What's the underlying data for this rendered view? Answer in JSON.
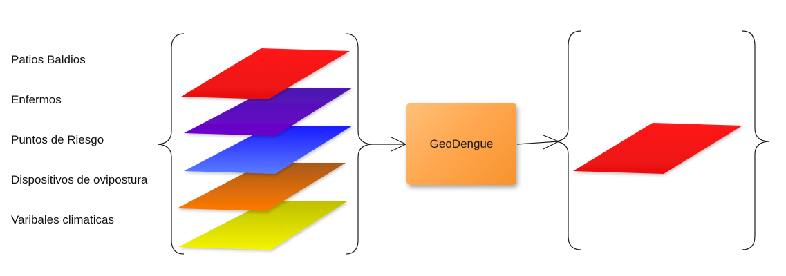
{
  "layers": [
    {
      "label": "Patios Baldios",
      "color_top": "#ff1a1a",
      "color_bottom": "#ee1111"
    },
    {
      "label": "Enfermos",
      "color_top": "#4a1ab8",
      "color_bottom": "#6a00c8"
    },
    {
      "label": "Puntos de Riesgo",
      "color_top": "#2a2aff",
      "color_bottom": "#5a7aff"
    },
    {
      "label": "Dispositivos de ovipostura",
      "color_top": "#b85a10",
      "color_bottom": "#ff7a00"
    },
    {
      "label": "Varibales climaticas",
      "color_top": "#c0c000",
      "color_bottom": "#f0f000"
    }
  ],
  "process": {
    "label": "GeoDengue",
    "color": "#ffa850"
  },
  "output_layer": {
    "color": "#ff1a1a"
  },
  "line_color": "#1a1a1a"
}
